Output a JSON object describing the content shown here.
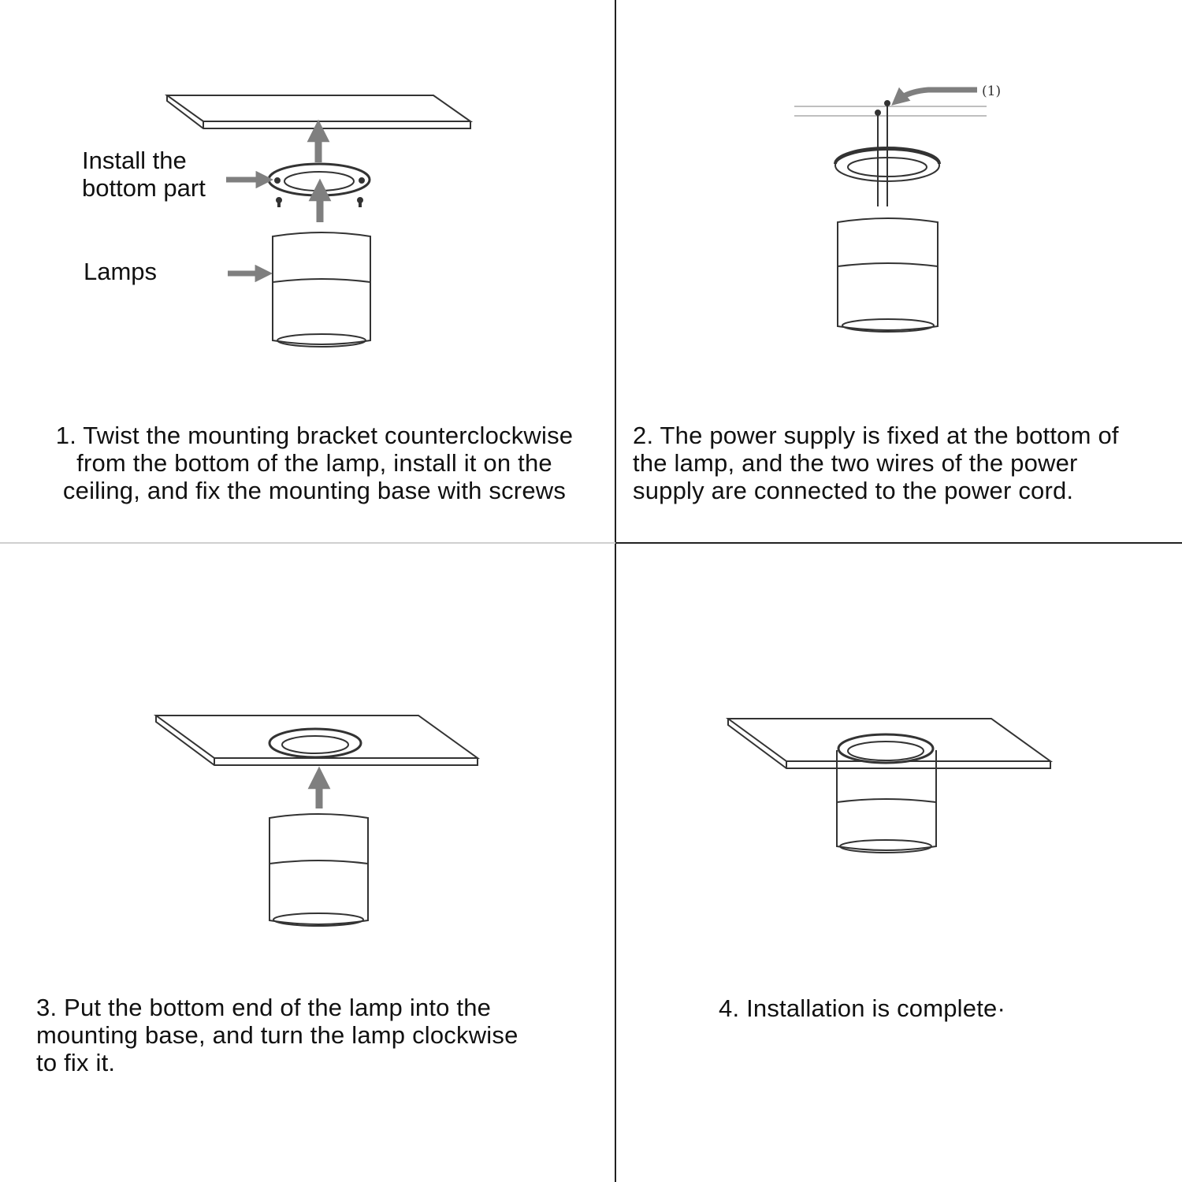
{
  "colors": {
    "ink": "#111111",
    "outline": "#333333",
    "arrow": "#7f7f7f",
    "divider": "#cfcfcf",
    "divider_dark": "#222222",
    "wire": "#bfbfbf"
  },
  "steps": [
    {
      "number": "1.",
      "text": "1. Twist the mounting bracket counterclockwise\nfrom the bottom of the lamp, install it on the\nceiling, and fix the mounting base with screws",
      "labels": {
        "bottom_part": "Install the\nbottom part",
        "lamps": "Lamps"
      }
    },
    {
      "number": "2.",
      "text": "2. The power supply is fixed at the bottom of\nthe lamp, and the two wires of the power\nsupply are connected to the power cord.",
      "callout": "(1)"
    },
    {
      "number": "3.",
      "text": "3. Put the bottom end of the lamp into the\nmounting base, and turn the lamp clockwise\nto fix it."
    },
    {
      "number": "4.",
      "text": "4. Installation is complete·"
    }
  ],
  "icons": [
    "ceiling-plate-icon",
    "mounting-ring-icon",
    "lamp-cylinder-icon",
    "arrow-icon",
    "screw-icon",
    "wire-icon"
  ]
}
